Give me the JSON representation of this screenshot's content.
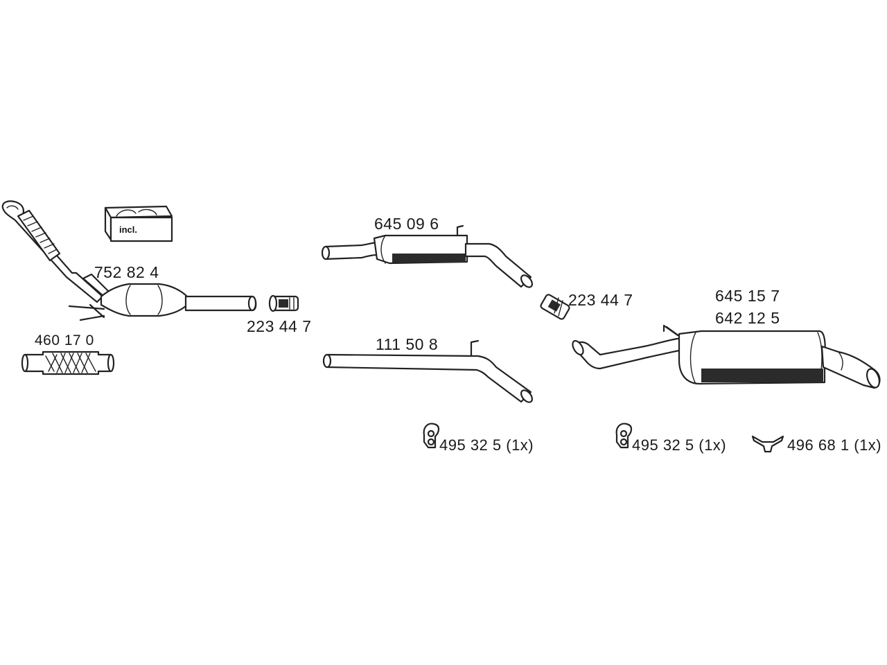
{
  "parts": {
    "catalytic_converter": "752 82 4",
    "mounting_kit_badge": "incl.",
    "flex_pipe": "460 17 0",
    "clamp_front": "223 44 7",
    "centre_silencer": "645 09 6",
    "middle_pipe": "111 50 8",
    "clamp_rear": "223 44 7",
    "rear_silencer_a": "645 15 7",
    "rear_silencer_b": "642 12 5",
    "rubber_mount_1": "495 32 5 (1x)",
    "rubber_mount_2": "495 32 5 (1x)",
    "hanger_y": "496 68 1 (1x)"
  }
}
